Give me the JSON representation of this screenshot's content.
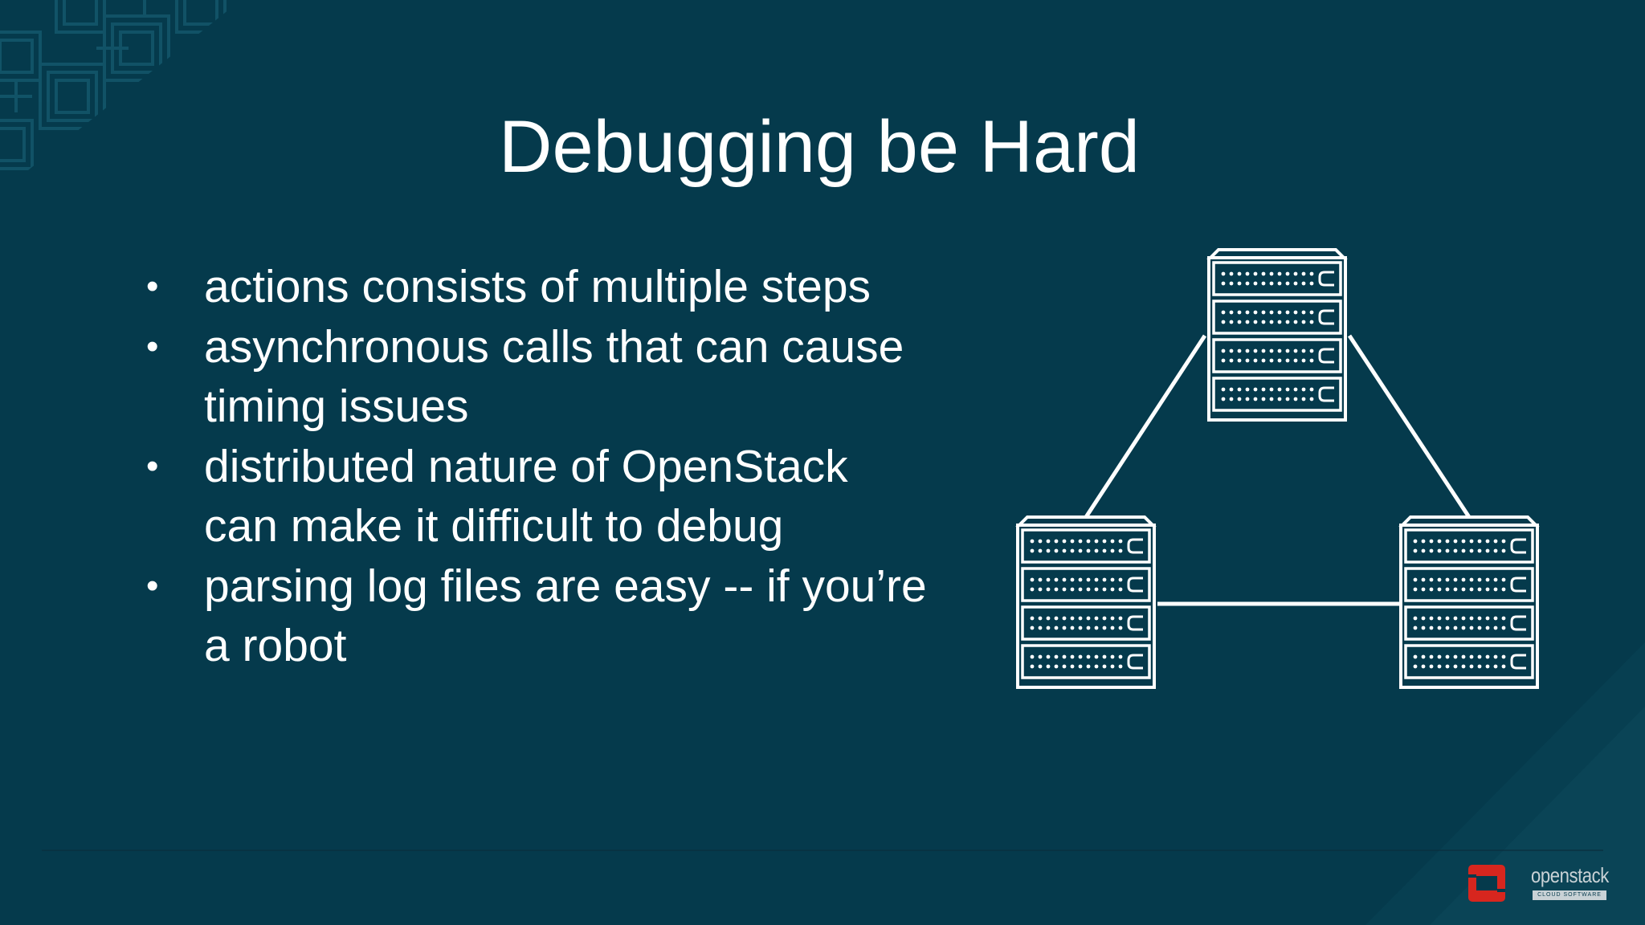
{
  "slide": {
    "title": "Debugging be Hard",
    "bullets": [
      {
        "lines": [
          "actions consists of multiple steps"
        ]
      },
      {
        "lines": [
          "asynchronous calls that can cause",
          "timing issues"
        ]
      },
      {
        "lines": [
          "distributed nature of OpenStack",
          "can make it difficult to debug"
        ]
      },
      {
        "lines": [
          "parsing log files are easy -- if you’re",
          "a robot"
        ]
      }
    ],
    "bullet_glyph": "•"
  },
  "diagram": {
    "nodes": [
      "server-rack-top",
      "server-rack-left",
      "server-rack-right"
    ],
    "icon": "server-rack-icon"
  },
  "logo": {
    "name": "openstack",
    "tagline": "CLOUD SOFTWARE",
    "brand_color": "#d7261e"
  },
  "colors": {
    "background": "#053a4c",
    "text": "#ffffff"
  }
}
